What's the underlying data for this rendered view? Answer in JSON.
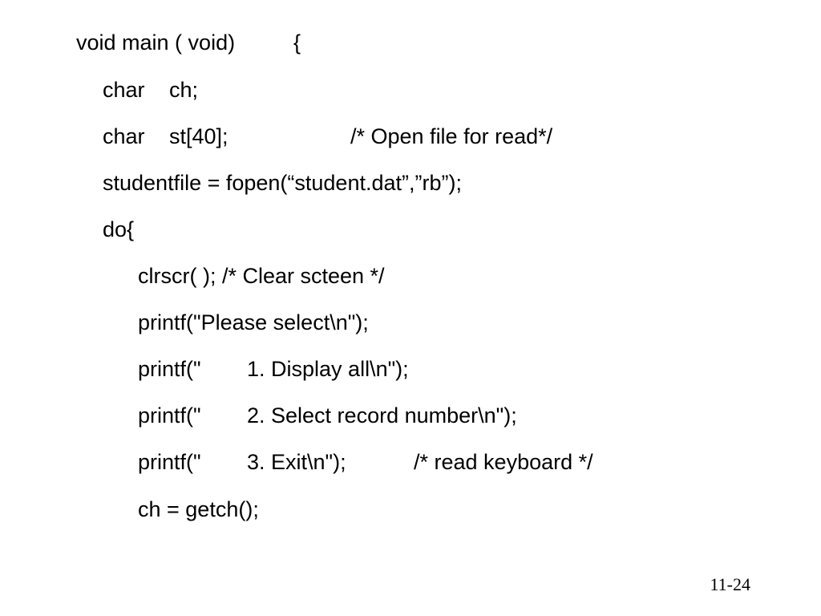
{
  "code": {
    "line1": {
      "a": "void main ( void)",
      "b": "{"
    },
    "line2": {
      "a": "char",
      "b": "ch;"
    },
    "line3": {
      "a": "char",
      "b": "st[40];",
      "c": "/* Open file for read*/"
    },
    "line4": {
      "a": "studentfile = fopen(“student.dat”,”rb”);"
    },
    "line5": {
      "a": "do{"
    },
    "line6": {
      "a": "clrscr( ); /* Clear scteen */"
    },
    "line7": {
      "a": "printf(\"Please select\\n\");"
    },
    "line8": {
      "a": "printf(\"",
      "b": "1. Display all\\n\");"
    },
    "line9": {
      "a": "printf(\"",
      "b": "2. Select record number\\n\");"
    },
    "line10": {
      "a": "printf(\"",
      "b": "3. Exit\\n\");",
      "c": "/* read keyboard */"
    },
    "line11": {
      "a": "ch = getch();"
    }
  },
  "page_number": "11-24"
}
